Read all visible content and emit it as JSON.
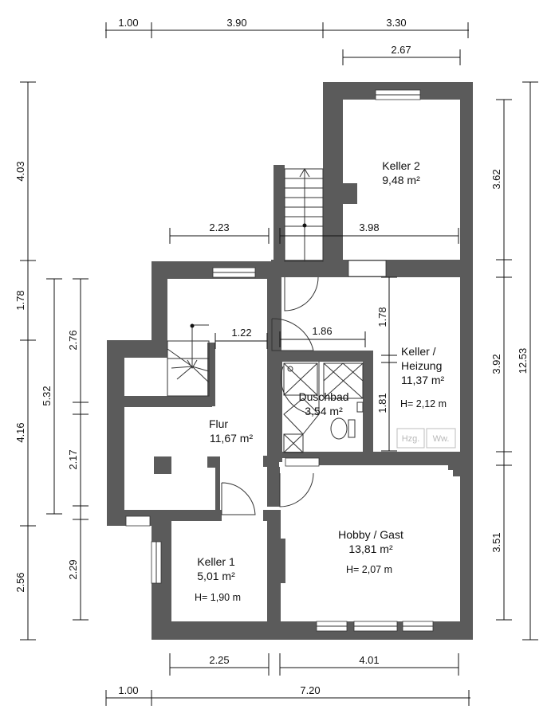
{
  "dimensions": {
    "top": [
      "1.00",
      "3.90",
      "3.30",
      "2.67"
    ],
    "bottom": [
      "2.25",
      "4.01",
      "1.00",
      "7.20"
    ],
    "left": [
      "4.03",
      "1.78",
      "4.16",
      "2.56",
      "5.32",
      "2.76",
      "2.17",
      "2.29"
    ],
    "right": [
      "3.62",
      "3.92",
      "3.51",
      "12.53"
    ],
    "interior": [
      "2.23",
      "3.98",
      "1.22",
      "1.86",
      "1.78",
      "1.81"
    ]
  },
  "rooms": {
    "keller2": {
      "name": "Keller 2",
      "area": "9,48 m²"
    },
    "keller_heizung": {
      "name_line1": "Keller /",
      "name_line2": "Heizung",
      "area": "11,37 m²",
      "height": "H= 2,12 m"
    },
    "duschbad": {
      "name": "Duschbad",
      "area": "3,54 m²"
    },
    "flur": {
      "name": "Flur",
      "area": "11,67 m²"
    },
    "keller1": {
      "name": "Keller 1",
      "area": "5,01 m²",
      "height": "H= 1,90 m"
    },
    "hobby": {
      "name": "Hobby / Gast",
      "area": "13,81 m²",
      "height": "H= 2,07 m"
    }
  },
  "appliances": {
    "heating": "Hzg.",
    "water": "Ww."
  }
}
